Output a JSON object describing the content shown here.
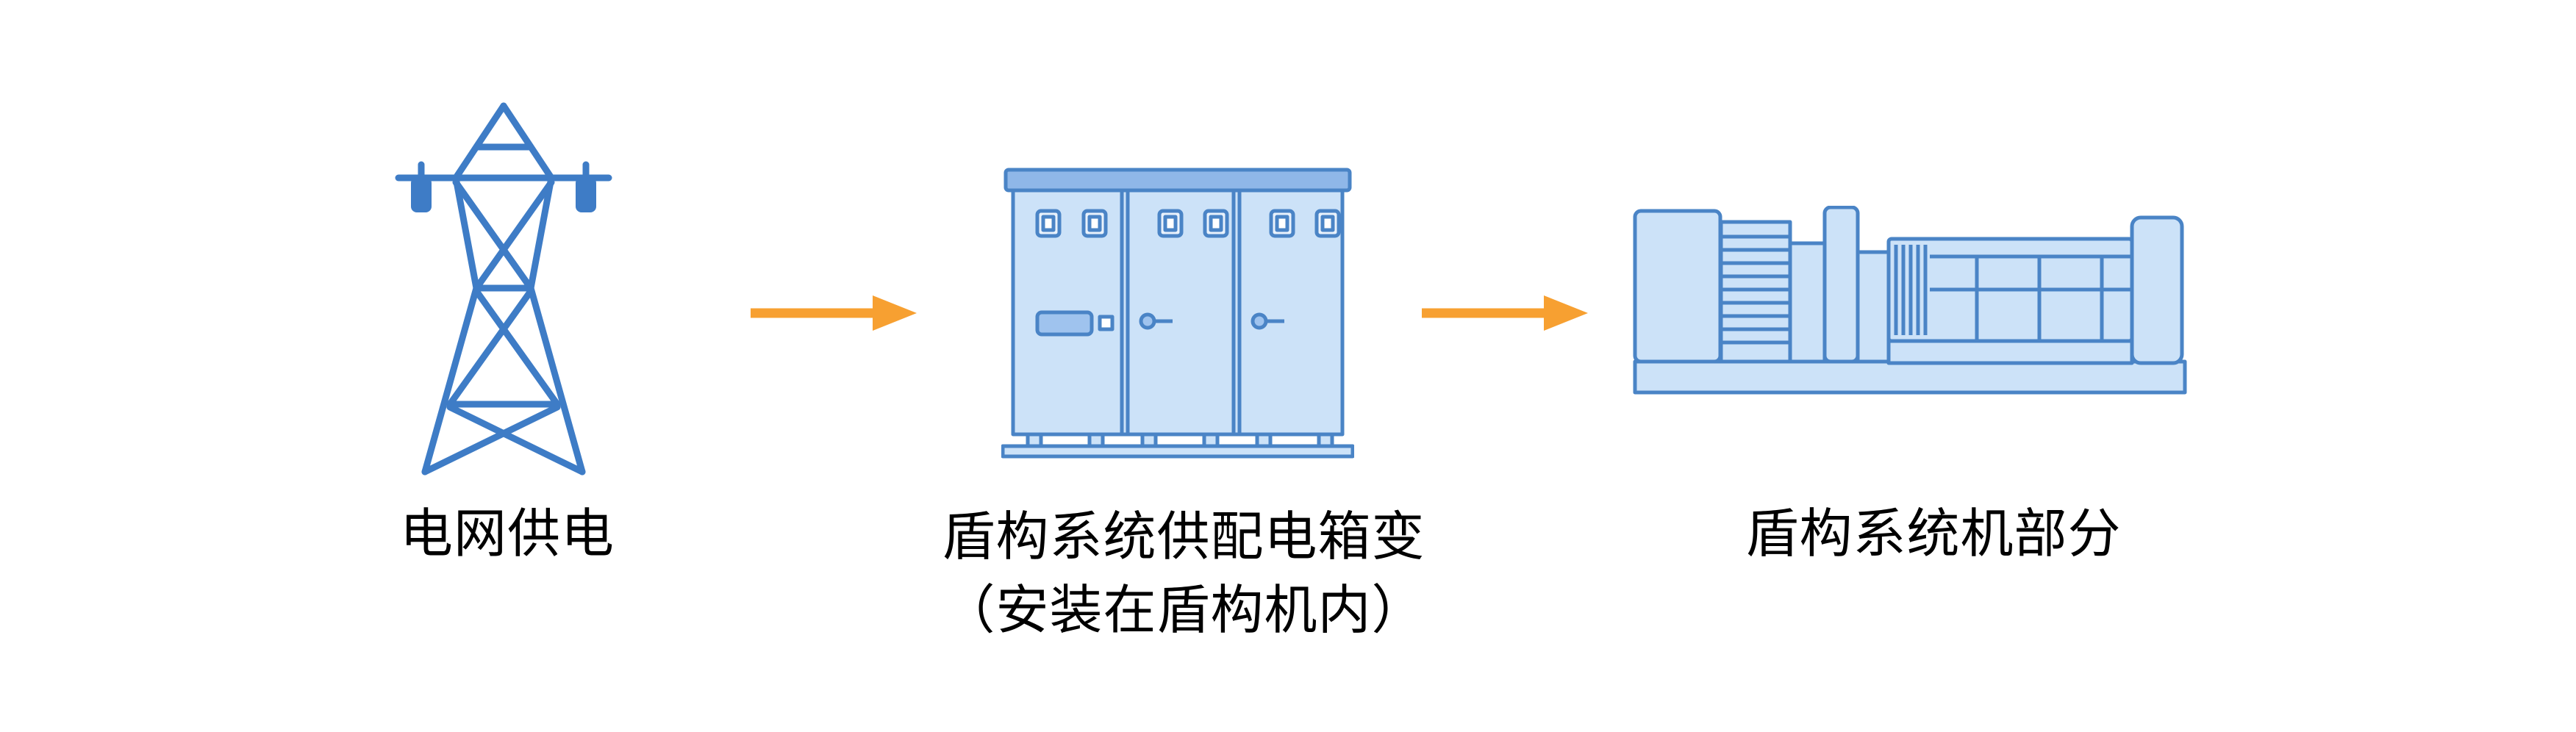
{
  "diagram": {
    "background": "#ffffff",
    "nodes": [
      {
        "id": "grid-power",
        "icon": "transmission-tower-icon",
        "label": "电网供电"
      },
      {
        "id": "distribution-cabinet",
        "icon": "power-distribution-cabinet-icon",
        "label": "盾构系统供配电箱变",
        "sublabel": "（安装在盾构机内）"
      },
      {
        "id": "shield-machine",
        "icon": "shield-machine-icon",
        "label": "盾构系统机部分"
      }
    ],
    "connectors": [
      {
        "type": "arrow-right",
        "from": "grid-power",
        "to": "distribution-cabinet",
        "color": "#F7A031"
      },
      {
        "type": "arrow-right",
        "from": "distribution-cabinet",
        "to": "shield-machine",
        "color": "#F7A031"
      }
    ],
    "colors": {
      "tower_stroke_blue": "#3E7CC6",
      "equipment_stroke_blue": "#4A84C6",
      "fill_light_blue": "#CCE2F8",
      "fill_medium_blue": "#8FB7E8",
      "fill_accent_blue": "#9FC3EE",
      "arrow_orange": "#F7A031",
      "label_text": "#000000"
    }
  }
}
